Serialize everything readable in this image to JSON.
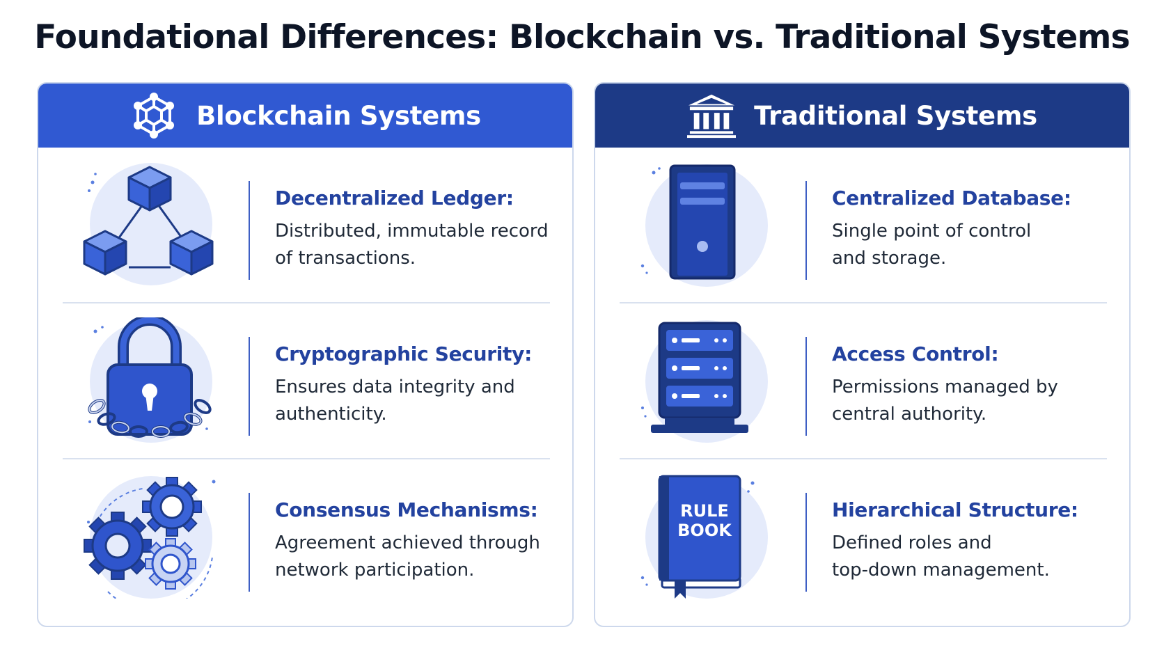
{
  "page_title": "Foundational Differences: Blockchain vs. Traditional Systems",
  "colors": {
    "blockchain_header": "#3059d2",
    "traditional_header": "#1d3a86",
    "label_blue": "#23429f",
    "icon_blue": "#2f55cc",
    "icon_dark": "#1d3a86",
    "blob": "#e5ebfb"
  },
  "blockchain": {
    "title": "Blockchain Systems",
    "header_icon": "network-hexagon-icon",
    "items": [
      {
        "label": "Decentralized Ledger:",
        "desc_line1": "Distributed, immutable record",
        "desc_line2": "of transactions.",
        "icon": "linked-cubes-icon"
      },
      {
        "label": "Cryptographic Security:",
        "desc_line1": "Ensures data integrity and",
        "desc_line2": "authenticity.",
        "icon": "padlock-chain-icon"
      },
      {
        "label": "Consensus Mechanisms:",
        "desc_line1": "Agreement achieved through",
        "desc_line2": "network participation.",
        "icon": "gears-icon"
      }
    ]
  },
  "traditional": {
    "title": "Traditional Systems",
    "header_icon": "bank-building-icon",
    "items": [
      {
        "label": "Centralized Database:",
        "desc_line1": "Single point of control",
        "desc_line2": "and storage.",
        "icon": "server-tower-icon"
      },
      {
        "label": "Access Control:",
        "desc_line1": "Permissions managed by",
        "desc_line2": "central authority.",
        "icon": "server-rack-icon"
      },
      {
        "label": "Hierarchical Structure:",
        "desc_line1": "Defined roles and",
        "desc_line2": "top-down management.",
        "icon": "rule-book-icon",
        "book_line1": "RULE",
        "book_line2": "BOOK"
      }
    ]
  }
}
